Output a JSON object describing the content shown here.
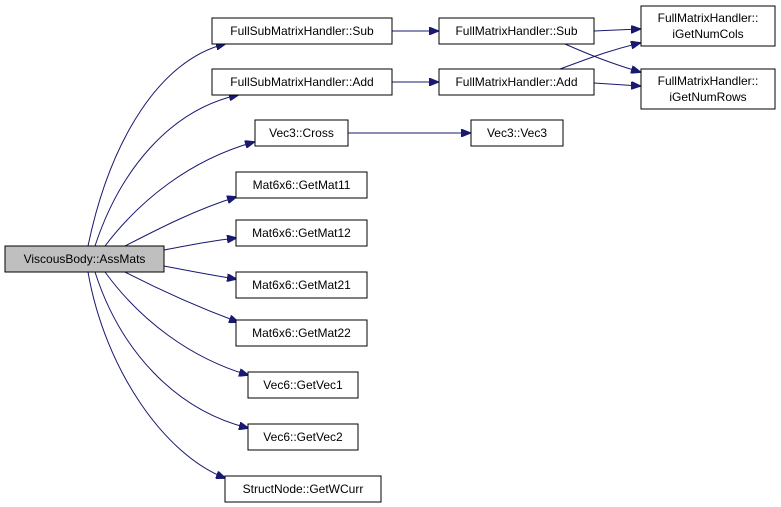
{
  "graph": {
    "edge_color": "#191970",
    "root_fill": "#bfbfbf",
    "nodes": {
      "root": {
        "label": "ViscousBody::AssMats"
      },
      "full_sub_sub": {
        "label": "FullSubMatrixHandler::Sub"
      },
      "full_sub_add": {
        "label": "FullSubMatrixHandler::Add"
      },
      "full_sub": {
        "label": "FullMatrixHandler::Sub"
      },
      "full_add": {
        "label": "FullMatrixHandler::Add"
      },
      "get_num_cols": {
        "label_line1": "FullMatrixHandler::",
        "label_line2": "iGetNumCols"
      },
      "get_num_rows": {
        "label_line1": "FullMatrixHandler::",
        "label_line2": "iGetNumRows"
      },
      "vec3_cross": {
        "label": "Vec3::Cross"
      },
      "vec3_vec3": {
        "label": "Vec3::Vec3"
      },
      "mat11": {
        "label": "Mat6x6::GetMat11"
      },
      "mat12": {
        "label": "Mat6x6::GetMat12"
      },
      "mat21": {
        "label": "Mat6x6::GetMat21"
      },
      "mat22": {
        "label": "Mat6x6::GetMat22"
      },
      "vec6_getvec1": {
        "label": "Vec6::GetVec1"
      },
      "vec6_getvec2": {
        "label": "Vec6::GetVec2"
      },
      "structnode_getwcurr": {
        "label": "StructNode::GetWCurr"
      }
    }
  }
}
